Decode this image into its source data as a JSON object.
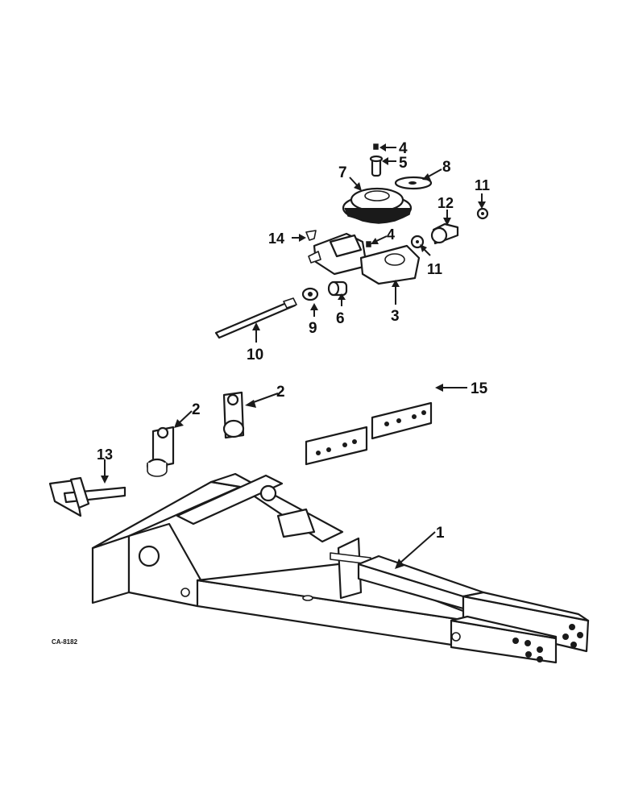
{
  "callouts": {
    "c1": "1",
    "c2a": "2",
    "c2b": "2",
    "c3": "3",
    "c4a": "4",
    "c4b": "4",
    "c5": "5",
    "c6": "6",
    "c7": "7",
    "c8": "8",
    "c9": "9",
    "c10": "10",
    "c11a": "11",
    "c11b": "11",
    "c12": "12",
    "c13": "13",
    "c14": "14",
    "c15": "15"
  },
  "figure_code": "CA-8182"
}
